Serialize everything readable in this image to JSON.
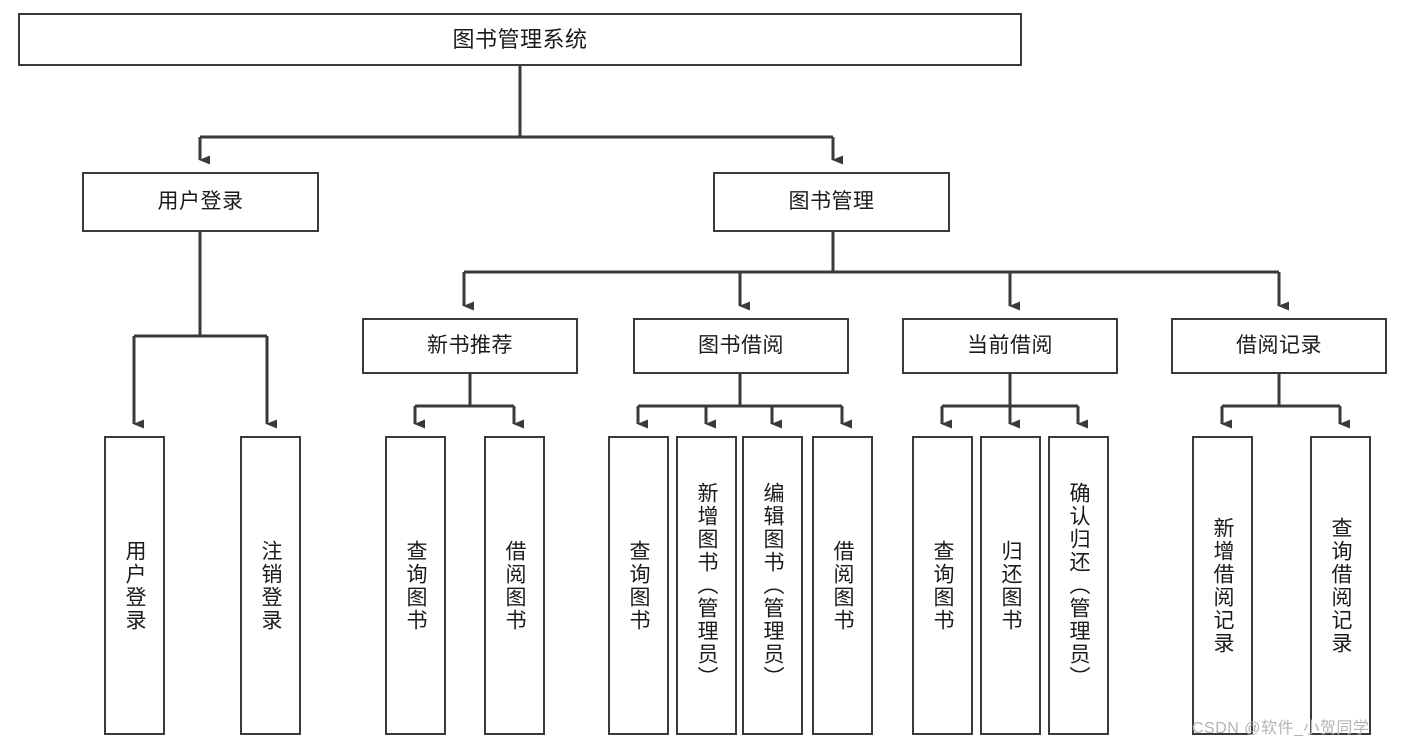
{
  "diagram": {
    "type": "tree",
    "title": "图书管理系统",
    "watermark": "CSDN @软件_小贺同学",
    "colors": {
      "box_border": "#3a3a3a",
      "box_fill": "#ffffff",
      "connector": "#3a3a3a",
      "text": "#1b1b1b",
      "watermark": "#b4b4b4"
    },
    "levels": {
      "root": {
        "label": "图书管理系统"
      },
      "level2": [
        {
          "label": "用户登录"
        },
        {
          "label": "图书管理"
        }
      ],
      "level3": [
        {
          "label": "新书推荐"
        },
        {
          "label": "图书借阅"
        },
        {
          "label": "当前借阅"
        },
        {
          "label": "借阅记录"
        }
      ],
      "leaves": {
        "user_login": [
          {
            "label": "用户登录"
          },
          {
            "label": "注销登录"
          }
        ],
        "new_book_recommend": [
          {
            "label": "查询图书"
          },
          {
            "label": "借阅图书"
          }
        ],
        "book_borrow": [
          {
            "label": "查询图书"
          },
          {
            "label": "新增图书（管理员）"
          },
          {
            "label": "编辑图书（管理员）"
          },
          {
            "label": "借阅图书"
          }
        ],
        "current_borrow": [
          {
            "label": "查询图书"
          },
          {
            "label": "归还图书"
          },
          {
            "label": "确认归还（管理员）"
          }
        ],
        "borrow_record": [
          {
            "label": "新增借阅记录"
          },
          {
            "label": "查询借阅记录"
          }
        ]
      }
    }
  }
}
